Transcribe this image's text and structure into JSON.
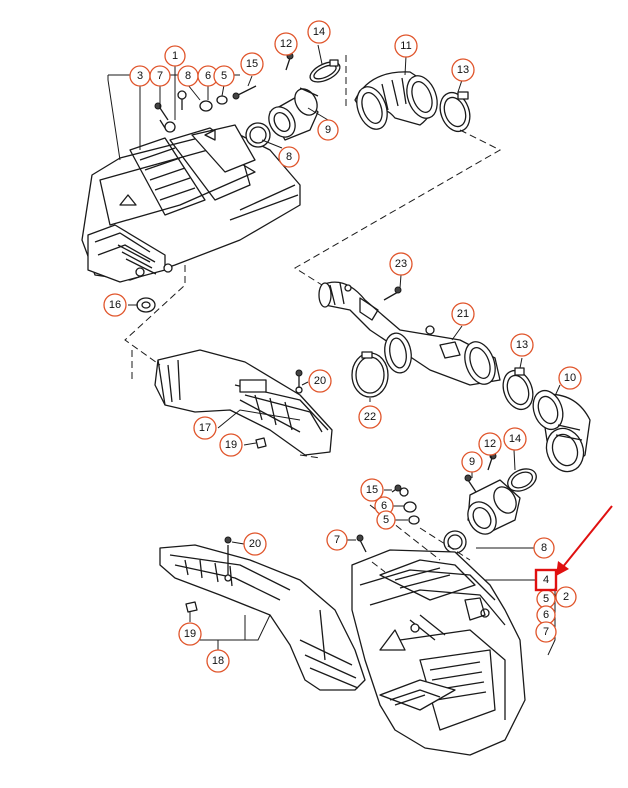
{
  "callouts": {
    "c1": "1",
    "c3": "3",
    "c7a": "7",
    "c8a": "8",
    "c6a": "6",
    "c5a": "5",
    "c15a": "15",
    "c12a": "12",
    "c14a": "14",
    "c11": "11",
    "c13a": "13",
    "c9a": "9",
    "c8b": "8",
    "c16": "16",
    "c23": "23",
    "c21": "21",
    "c22": "22",
    "c13b": "13",
    "c10": "10",
    "c20a": "20",
    "c17": "17",
    "c19a": "19",
    "c12b": "12",
    "c14b": "14",
    "c9b": "9",
    "c15b": "15",
    "c6b": "6",
    "c5b": "5",
    "c7b": "7",
    "c8c": "8",
    "c4": "4",
    "c5c": "5",
    "c2": "2",
    "c6c": "6",
    "c7c": "7",
    "c20b": "20",
    "c19b": "19",
    "c18": "18"
  },
  "highlight": {
    "label": "4",
    "color": "#e01010"
  },
  "colors": {
    "callout_ring": "#e0552b",
    "line": "#1a1a1a",
    "arrow": "#e01010"
  }
}
